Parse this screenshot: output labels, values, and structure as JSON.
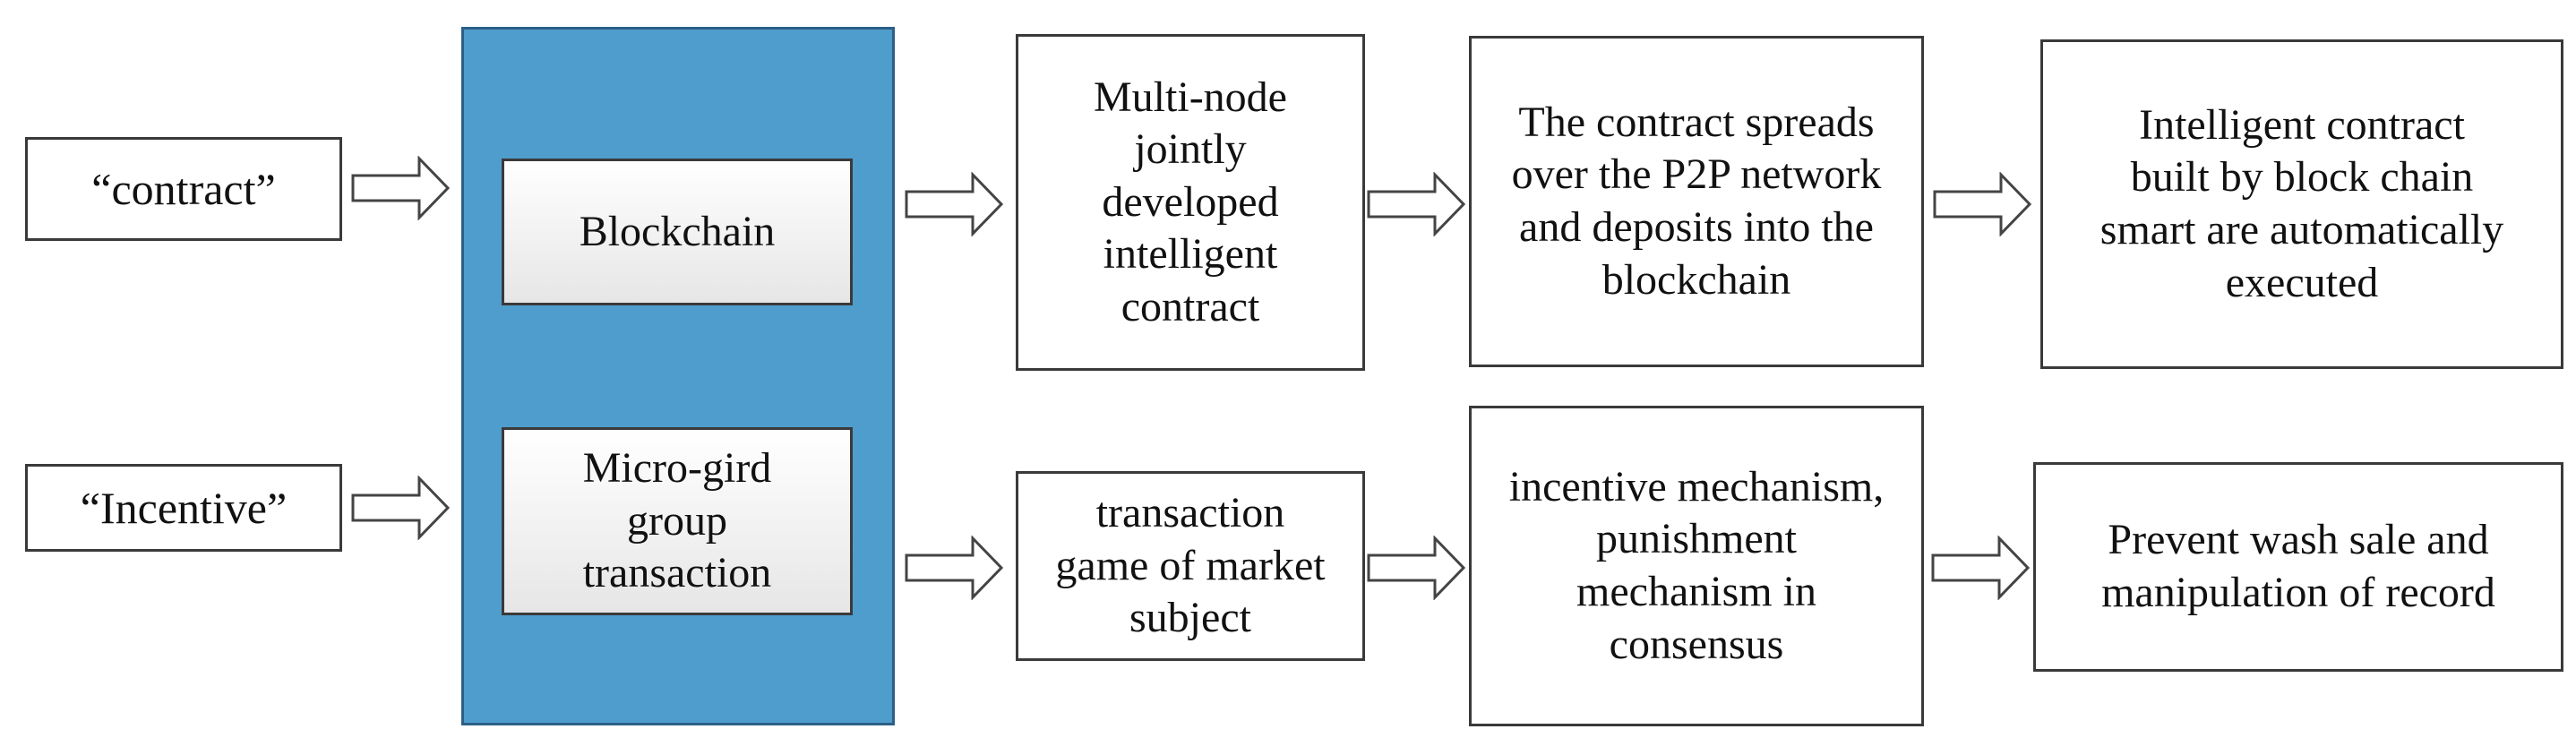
{
  "inputs": {
    "contract": "“contract”",
    "incentive": "“Incentive”"
  },
  "core": {
    "blockchain": "Blockchain",
    "microgrid": "Micro-gird\ngroup\ntransaction"
  },
  "top_flow": {
    "step1": "Multi-node\njointly\ndeveloped\nintelligent\ncontract",
    "step2": "The contract spreads\nover the P2P network\nand deposits into the\nblockchain",
    "step3": "Intelligent contract\nbuilt by block chain\nsmart are automatically\nexecuted"
  },
  "bottom_flow": {
    "step1": "transaction\ngame of market\nsubject",
    "step2": "incentive mechanism,\npunishment\nmechanism in\nconsensus",
    "step3": "Prevent wash sale and\nmanipulation of record"
  },
  "colors": {
    "core_fill": "#4f9dcc",
    "border": "#3a3a3a"
  }
}
